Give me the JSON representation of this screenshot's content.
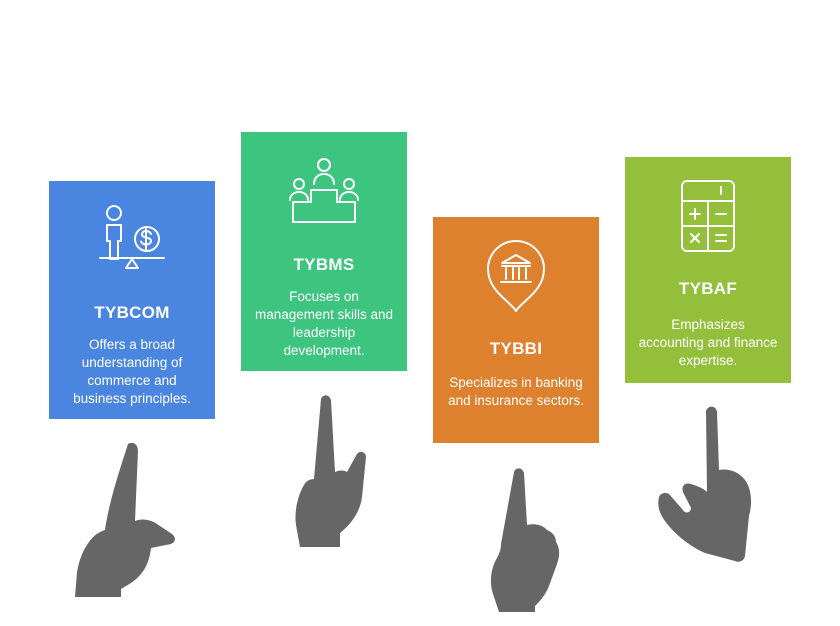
{
  "cards": [
    {
      "title": "TYBCOM",
      "description": "Offers a broad understanding of commerce and business principles.",
      "color": "#4a86e0",
      "icon": "person-balance-money-icon"
    },
    {
      "title": "TYBMS",
      "description": "Focuses on management skills and leadership development.",
      "color": "#3dc47e",
      "icon": "leader-podium-icon"
    },
    {
      "title": "TYBBI",
      "description": "Specializes in banking and insurance sectors.",
      "color": "#de812e",
      "icon": "bank-location-pin-icon"
    },
    {
      "title": "TYBAF",
      "description": "Emphasizes accounting and finance expertise.",
      "color": "#93bf3a",
      "icon": "calculator-icon"
    }
  ],
  "hand_color": "#666666",
  "hand_icon": "pointing-hand-icon"
}
